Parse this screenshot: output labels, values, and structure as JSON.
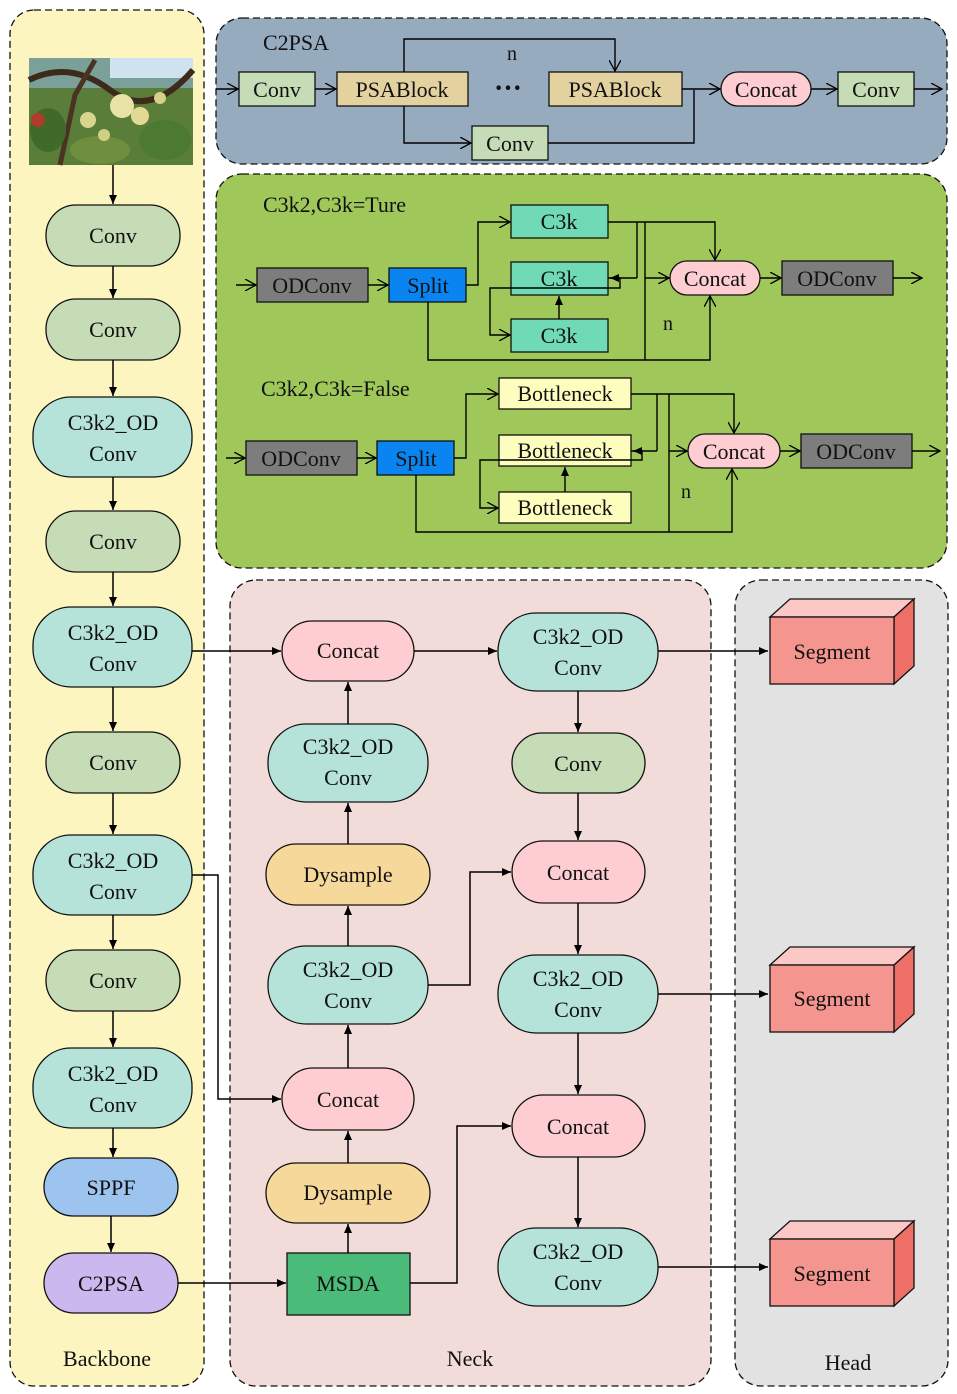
{
  "panels": {
    "backbone": "Backbone",
    "neck": "Neck",
    "head": "Head",
    "c2psa": "C2PSA",
    "c3k2_true": "C3k2,C3k=Ture",
    "c3k2_false": "C3k2,C3k=False"
  },
  "labels": {
    "conv": "Conv",
    "c3k2_line1": "C3k2_OD",
    "c3k2_line2": "Conv",
    "sppf": "SPPF",
    "c2psa": "C2PSA",
    "concat": "Concat",
    "dysample": "Dysample",
    "msda": "MSDA",
    "segment": "Segment",
    "psablock": "PSABlock",
    "ellipsis": "···",
    "n": "n",
    "odconv": "ODConv",
    "split": "Split",
    "c3k": "C3k",
    "bottleneck": "Bottleneck"
  },
  "colors": {
    "backbone_bg": "#fdf5c0",
    "c2psa_bg": "#97abbf",
    "c3k2_bg": "#9fc75a",
    "neck_bg": "#f1dcda",
    "head_bg": "#e2e2e2",
    "conv": "#c5dcb6",
    "c3k2": "#b5e3d9",
    "concat": "#fdcdd1",
    "dysample": "#f7d89b",
    "sppf": "#9dc3ef",
    "c2psa_node": "#cbb8ee",
    "msda": "#4bbb7a",
    "psablock": "#e3d2a0",
    "odconv": "#7d7d7d",
    "split": "#0a84f0",
    "c3k_node": "#6fdab5",
    "bottleneck": "#fdfdbd",
    "segment": "#f5958f"
  }
}
